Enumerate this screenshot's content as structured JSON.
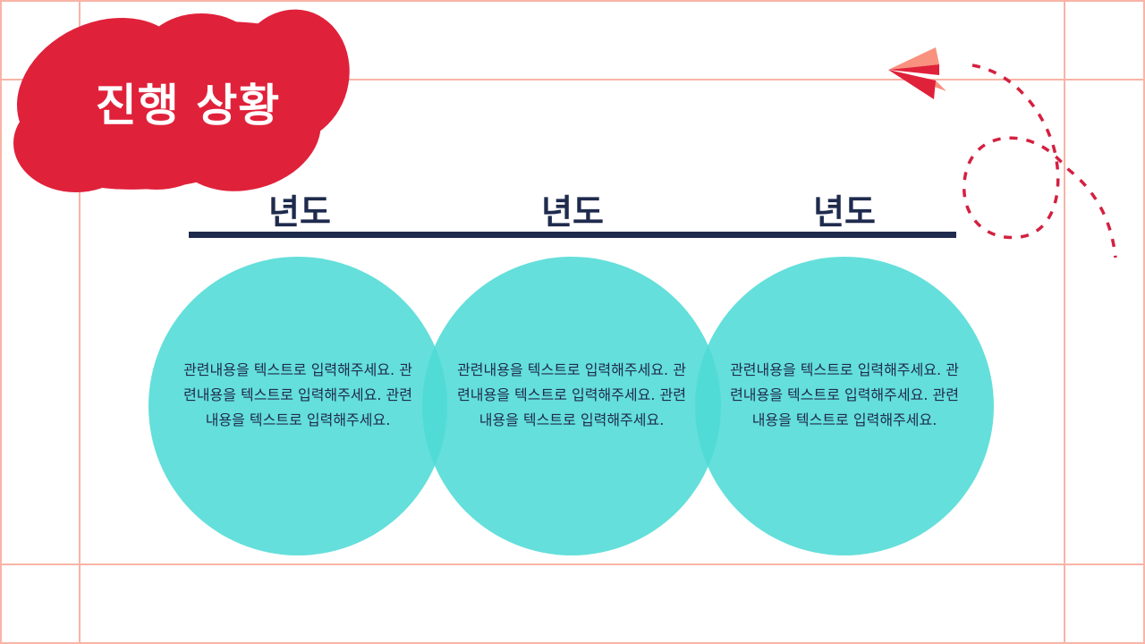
{
  "header": {
    "title": "진행 상황"
  },
  "colors": {
    "accent_red": "#e0213a",
    "circle_fill": "#4fdbd6",
    "text_dark": "#1f2b4d",
    "guide_line": "#f9b4a6",
    "plane_light": "#f8917e"
  },
  "timeline": {
    "items": [
      {
        "year_label": "년도",
        "description": "관련내용을 텍스트로 입력해주세요. 관련내용을 텍스트로 입력해주세요. 관련내용을 텍스트로 입력해주세요."
      },
      {
        "year_label": "년도",
        "description": "관련내용을 텍스트로 입력해주세요. 관련내용을 텍스트로 입력해주세요. 관련내용을 텍스트로 입력해주세요."
      },
      {
        "year_label": "년도",
        "description": "관련내용을 텍스트로 입력해주세요. 관련내용을 텍스트로 입력해주세요. 관련내용을 텍스트로 입력해주세요."
      }
    ]
  },
  "decorations": {
    "icon": "paper-plane-icon",
    "path": "dashed-loop-path"
  }
}
